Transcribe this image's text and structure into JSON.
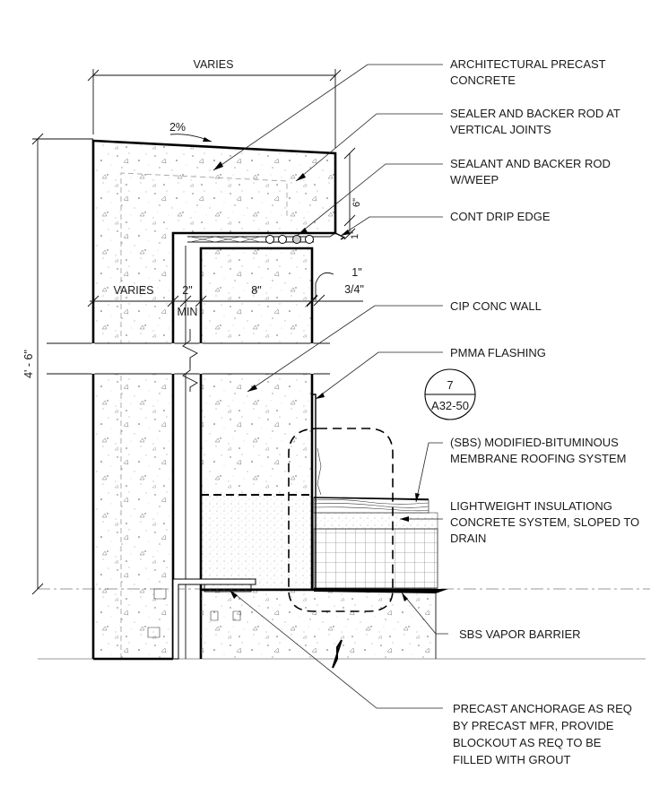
{
  "labels": {
    "architectural_precast": [
      "ARCHITECTURAL PRECAST",
      "CONCRETE"
    ],
    "sealer_backer_rod": [
      "SEALER AND BACKER ROD AT",
      "VERTICAL JOINTS"
    ],
    "sealant_weep": [
      "SEALANT AND BACKER ROD",
      "W/WEEP"
    ],
    "drip_edge": [
      "CONT DRIP EDGE"
    ],
    "cip_wall": [
      "CIP CONC WALL"
    ],
    "pmma_flashing": [
      "PMMA FLASHING"
    ],
    "sbs_roofing": [
      "(SBS) MODIFIED-BITUMINOUS",
      "MEMBRANE ROOFING SYSTEM"
    ],
    "insulating_concrete": [
      "LIGHTWEIGHT INSULATIONG",
      "CONCRETE SYSTEM, SLOPED TO",
      "DRAIN"
    ],
    "vapor_barrier": [
      "SBS VAPOR BARRIER"
    ],
    "precast_anchorage": [
      "PRECAST ANCHORAGE AS REQ",
      "BY PRECAST MFR, PROVIDE",
      "BLOCKOUT AS REQ TO BE",
      "FILLED WITH GROUT"
    ]
  },
  "dimensions": {
    "top_width": "VARIES",
    "slope": "2%",
    "height": "4' - 6\"",
    "six_inch": "6\"",
    "one_inch_vertical": "1\"",
    "one_inch": "1\"",
    "three_quarter": "3/4\"",
    "left_varies": "VARIES",
    "two_inch": "2\"",
    "eight_inch": "8\"",
    "min": "MIN"
  },
  "detail_callout": {
    "number": "7",
    "sheet": "A32-50"
  }
}
